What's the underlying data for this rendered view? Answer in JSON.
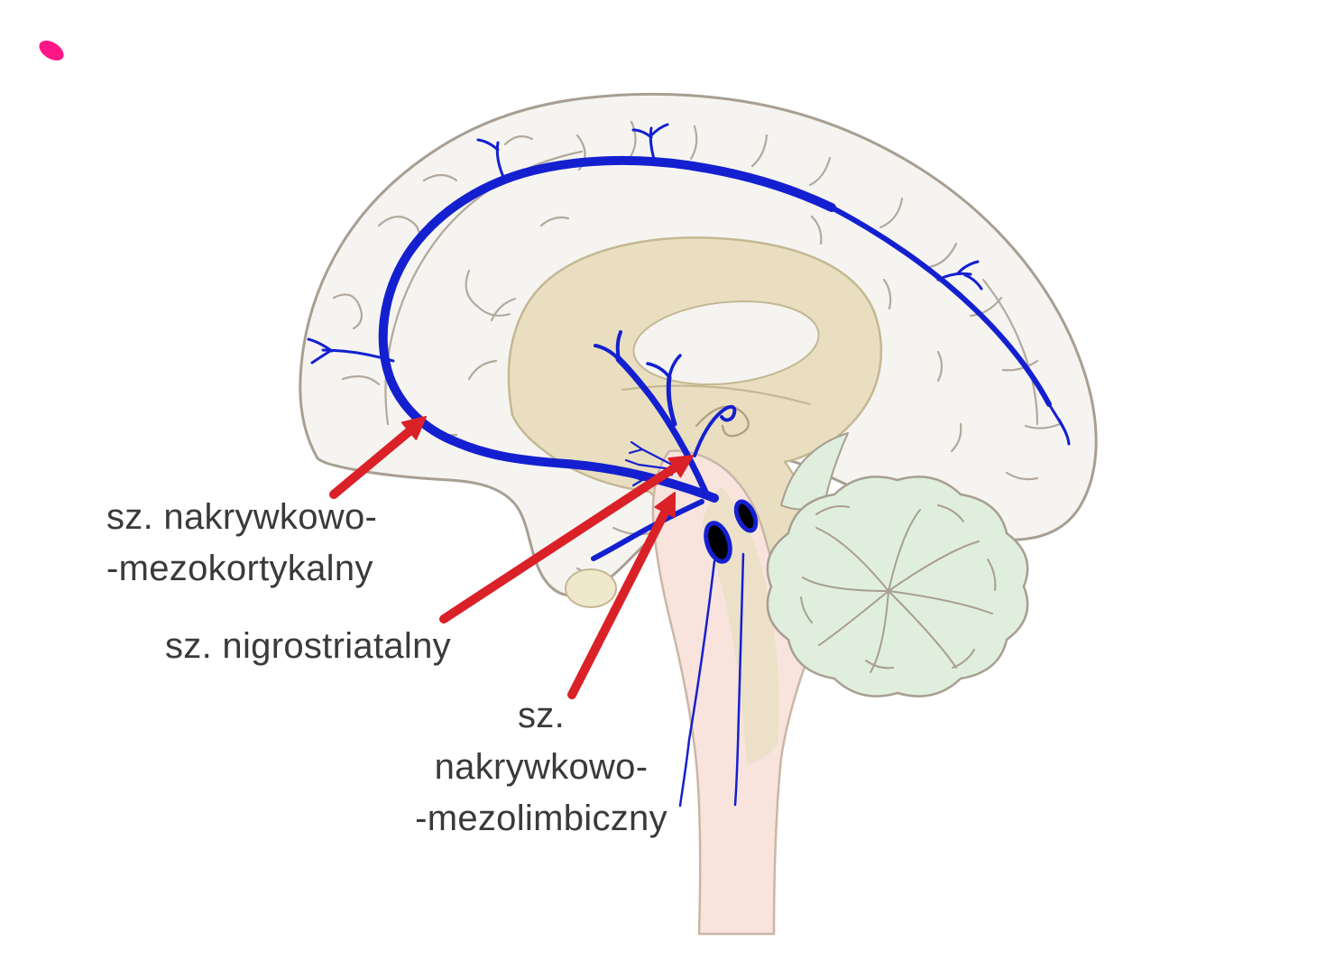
{
  "diagram": {
    "labels": {
      "mesocortical_line1": "sz. nakrywkowo-",
      "mesocortical_line2": "-mezokortykalny",
      "nigrostriatal": "sz. nigrostriatalny",
      "mesolimbic_line1": "sz.",
      "mesolimbic_line2": "nakrywkowo-",
      "mesolimbic_line3": "-mezolimbiczny"
    },
    "colors": {
      "pathway_blue": "#1420cf",
      "arrow_red": "#da2128",
      "label_text": "#3a3a3a",
      "accent_pink": "#ff1788",
      "cortex_fill": "#f5f4f1",
      "cortex_outline": "#a89e92",
      "deep_structures_fill": "#e9dfc0",
      "brainstem_fill": "#f8e4dd",
      "cerebellum_fill": "#e0efdd",
      "nucleus_fill": "#000000"
    }
  }
}
